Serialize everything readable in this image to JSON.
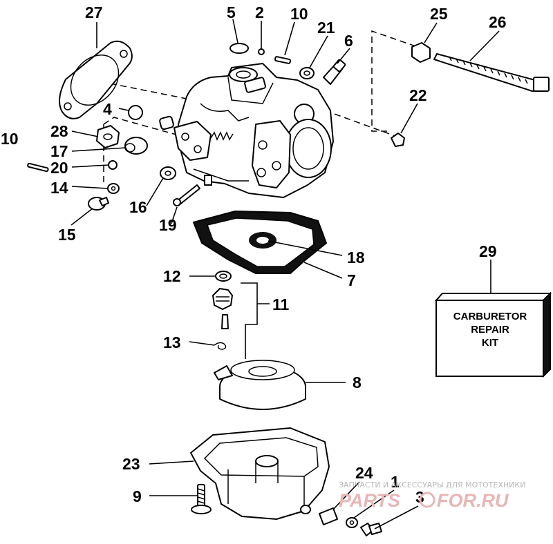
{
  "diagram": {
    "kit_box_lines": [
      "CARBURETOR",
      "REPAIR",
      "KIT"
    ],
    "labels": {
      "p1": "1",
      "p2": "2",
      "p3": "3",
      "p4": "4",
      "p5": "5",
      "p6": "6",
      "p7": "7",
      "p8": "8",
      "p9": "9",
      "p10a": "10",
      "p10b": "10",
      "p11": "11",
      "p12": "12",
      "p13": "13",
      "p14": "14",
      "p15": "15",
      "p16": "16",
      "p17": "17",
      "p18": "18",
      "p19": "19",
      "p20": "20",
      "p21": "21",
      "p22": "22",
      "p23": "23",
      "p24": "24",
      "p25": "25",
      "p26": "26",
      "p27": "27",
      "p28": "28",
      "p29": "29"
    }
  },
  "watermark": {
    "top_line": "ЗАПЧАСТИ И АКСЕССУАРЫ ДЛЯ МОТОТЕХНИКИ",
    "brand_left": "PARTS",
    "brand_right": "FOR.RU"
  }
}
